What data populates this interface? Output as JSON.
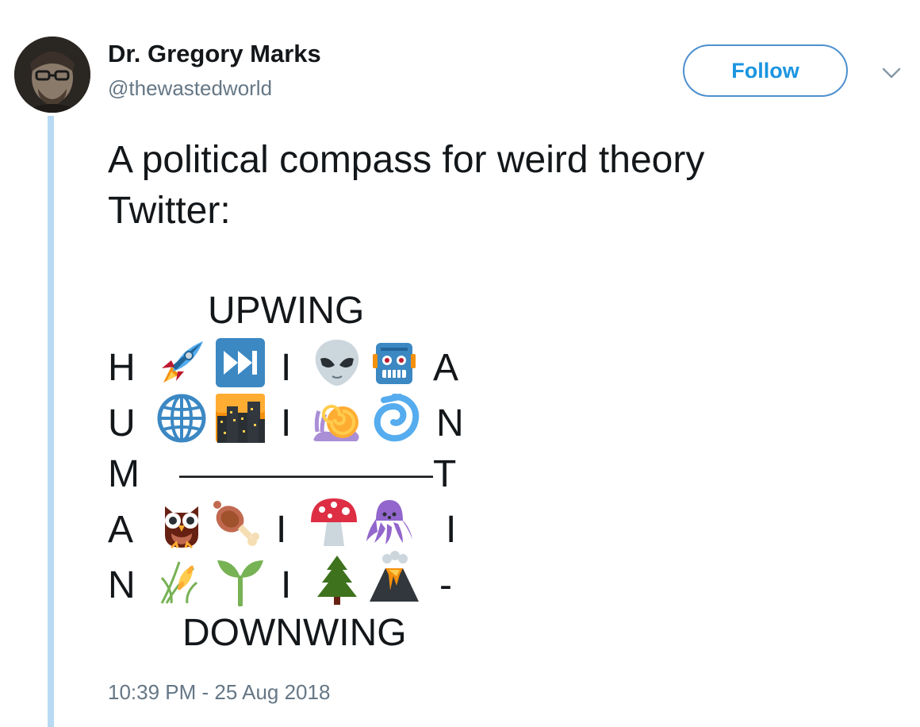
{
  "author": {
    "display_name": "Dr. Gregory Marks",
    "handle": "@thewastedworld"
  },
  "follow_label": "Follow",
  "tweet": {
    "line1": "A political compass for weird theory",
    "line2": "Twitter:"
  },
  "compass": {
    "top_label": "UPWING",
    "bottom_label": "DOWNWING",
    "divider": "————————",
    "left_axis": [
      "H",
      "U",
      "M",
      "A",
      "N"
    ],
    "right_axis": [
      "A",
      "N",
      "T",
      "I",
      "-"
    ],
    "separator": "I",
    "icons": {
      "row1": [
        "rocket-icon",
        "fast-forward-icon",
        "alien-icon",
        "robot-icon"
      ],
      "row2": [
        "globe-icon",
        "cityscape-dusk-icon",
        "snail-icon",
        "cyclone-icon"
      ],
      "row4": [
        "owl-icon",
        "meat-on-bone-icon",
        "mushroom-icon",
        "octopus-icon"
      ],
      "row5": [
        "ear-of-rice-icon",
        "seedling-icon",
        "evergreen-tree-icon",
        "volcano-icon"
      ]
    }
  },
  "timestamp": "10:39 PM - 25 Aug 2018",
  "colors": {
    "follow_border": "#4d90cf",
    "follow_text": "#1b95e0",
    "thread_line": "#b8d9f3",
    "secondary_text": "#657786"
  }
}
